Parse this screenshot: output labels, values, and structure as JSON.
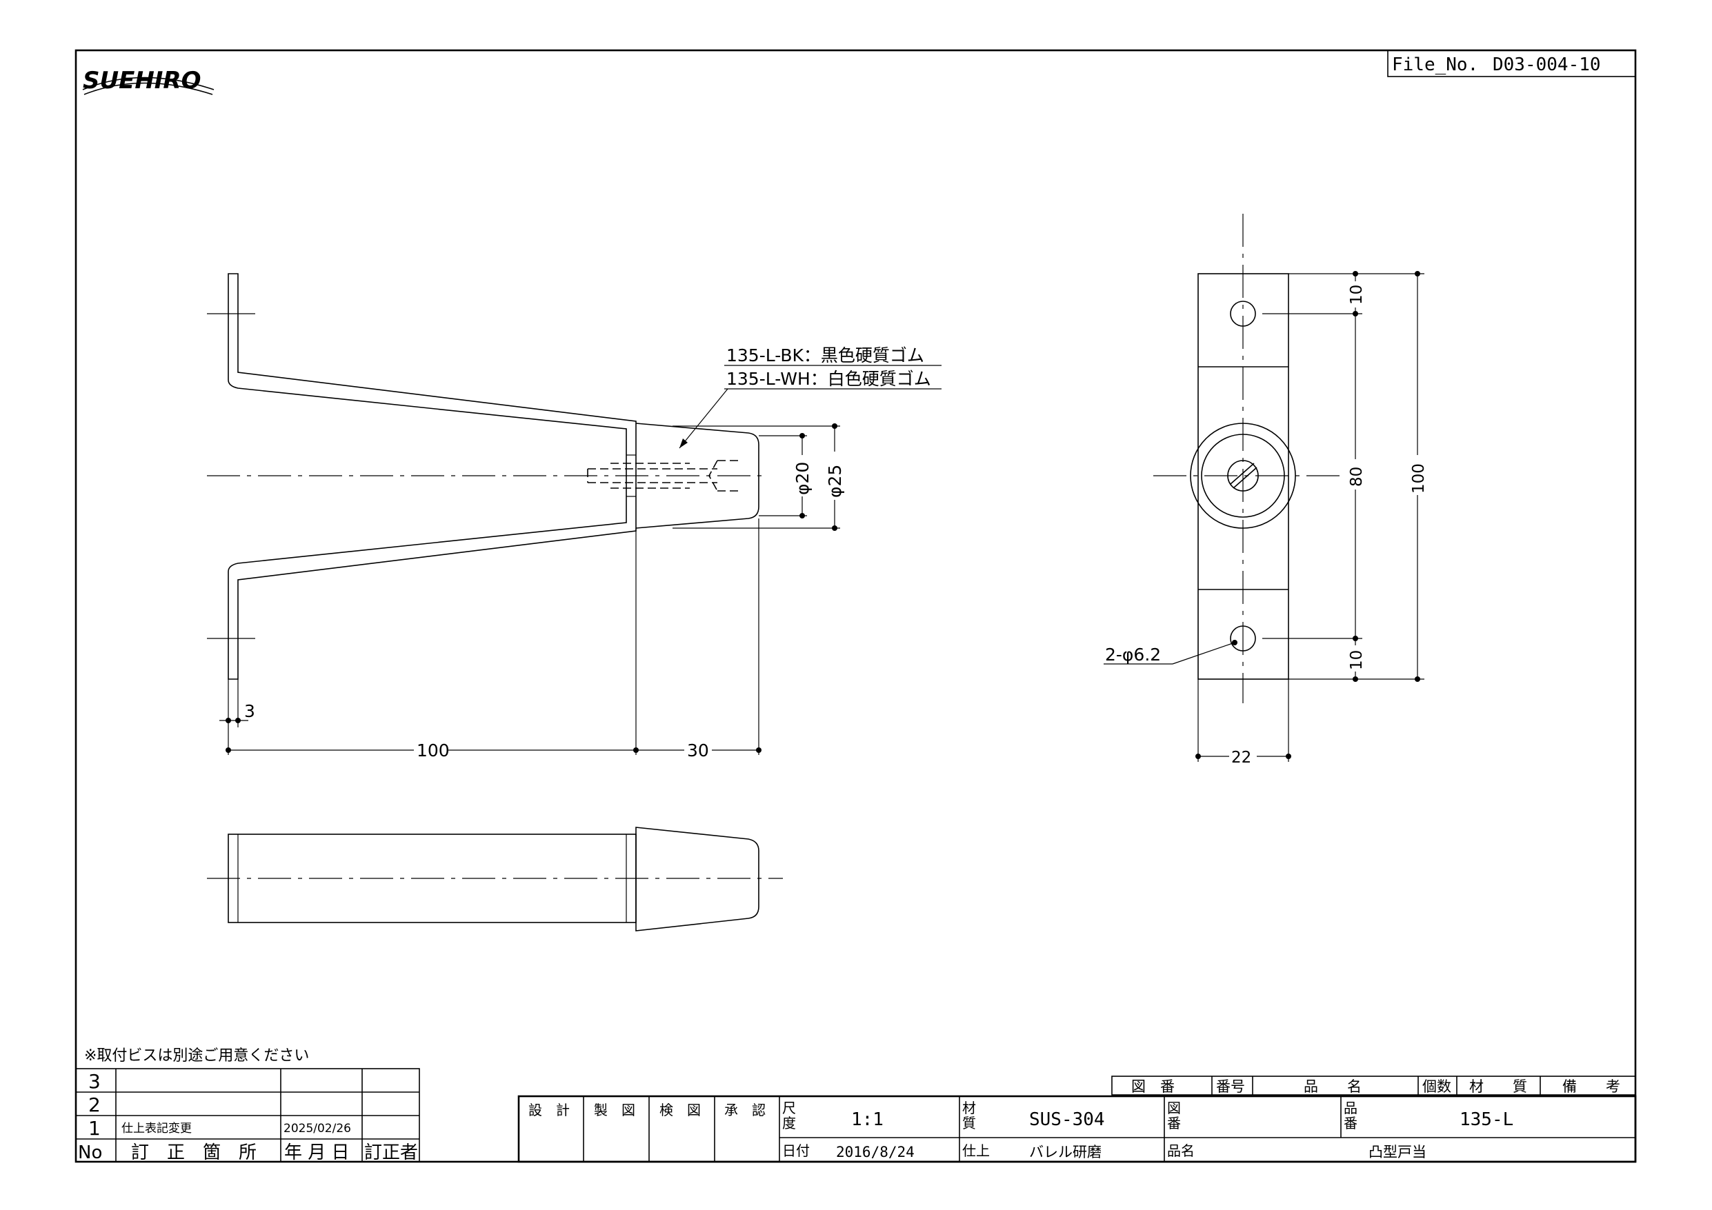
{
  "file_no": {
    "label": "File_No.",
    "value": "D03-004-10"
  },
  "logo": {
    "text": "SUEHIRO"
  },
  "colors": {
    "line": "#000000",
    "paper": "#ffffff"
  },
  "callout": {
    "bk": "135-L-BK：黒色硬質ゴム",
    "wh": "135-L-WH：白色硬質ゴム"
  },
  "dims": {
    "d20": "φ20",
    "d25": "φ25",
    "t3": "3",
    "len100": "100",
    "len30": "30",
    "v10_top": "10",
    "v80": "80",
    "v100": "100",
    "v10_bot": "10",
    "w22": "22",
    "holes": "2-φ6.2"
  },
  "note": "※取付ビスは別途ご用意ください",
  "revisions": {
    "rows": [
      {
        "no": "3",
        "desc": "",
        "date": "",
        "by": ""
      },
      {
        "no": "2",
        "desc": "",
        "date": "",
        "by": ""
      },
      {
        "no": "1",
        "desc": "仕上表記変更",
        "date": "2025/02/26",
        "by": ""
      }
    ],
    "header": {
      "no": "No",
      "desc": "訂　正　箇　所",
      "date": "年 月 日",
      "by": "訂正者"
    }
  },
  "parts_header": [
    "図　番",
    "番号",
    "品　　名",
    "個数",
    "材　　質",
    "備　　考"
  ],
  "title_block": {
    "approvals": [
      "設　計",
      "製　図",
      "検　図",
      "承　認"
    ],
    "scale_label": [
      "尺",
      "度"
    ],
    "scale": "1:1",
    "material_label": [
      "材",
      "質"
    ],
    "material": "SUS-304",
    "drawing_no_label": [
      "図",
      "番"
    ],
    "drawing_no": "",
    "part_no_label": [
      "品",
      "番"
    ],
    "part_no": "135-L",
    "date_label": "日付",
    "date": "2016/8/24",
    "finish_label": "仕上",
    "finish": "バレル研磨",
    "name_label": "品名",
    "name": "凸型戸当"
  }
}
